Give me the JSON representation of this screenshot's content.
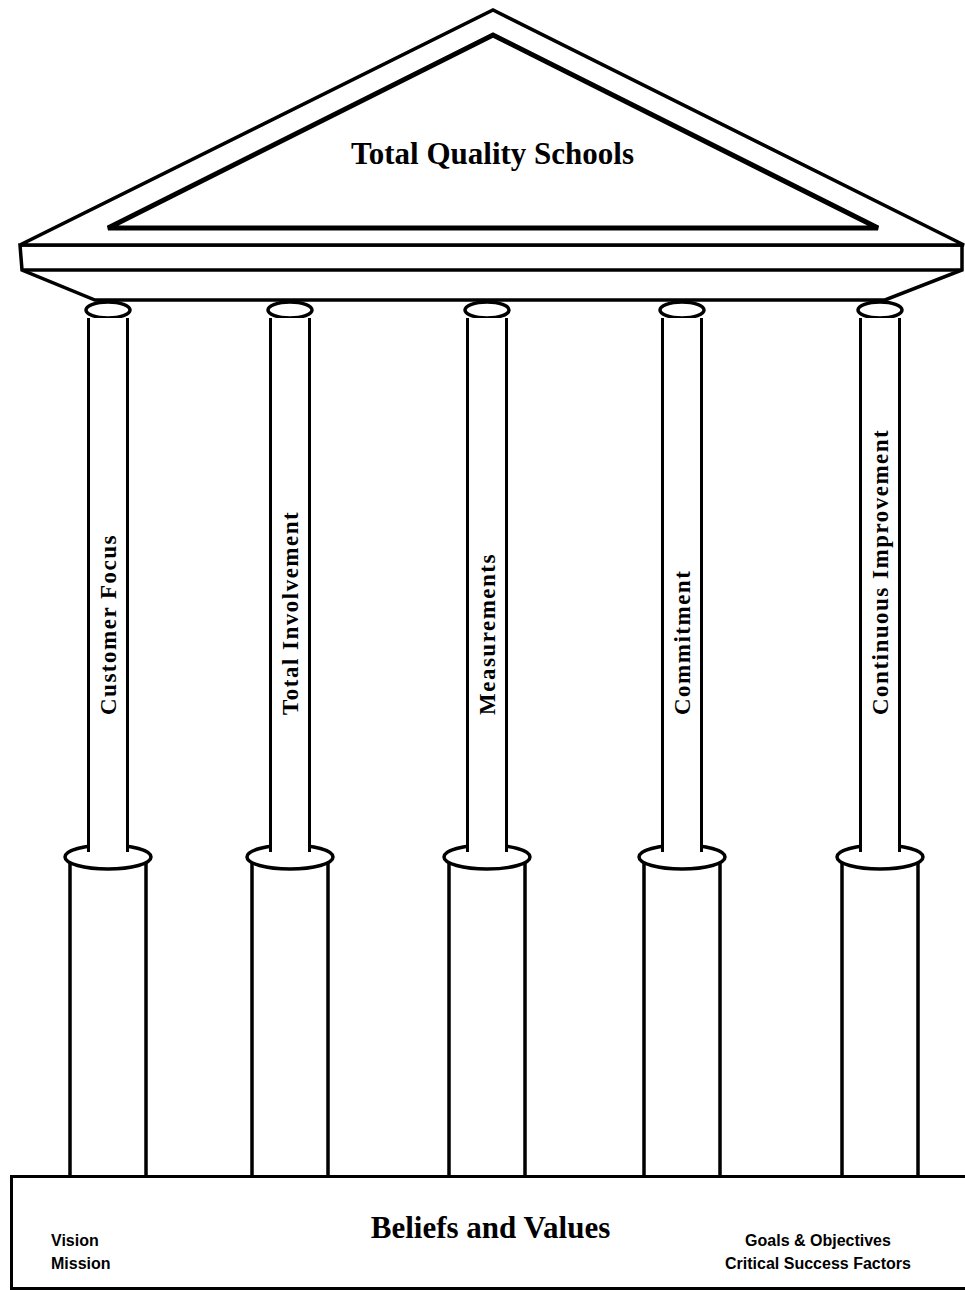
{
  "diagram": {
    "nodes": [
      {
        "text": [
          "Total Quality Schools"
        ]
      },
      {
        "text": [
          "Customer Focus"
        ]
      },
      {
        "text": [
          "Total Involvement"
        ]
      },
      {
        "text": [
          "Measurements"
        ]
      },
      {
        "text": [
          "Commitment"
        ]
      },
      {
        "text": [
          "Continuous Improvement"
        ]
      },
      {
        "text": [
          "Beliefs and Values",
          "Vision",
          "Mission",
          "Goals & Objectives",
          "Critical Success Factors"
        ]
      }
    ]
  }
}
